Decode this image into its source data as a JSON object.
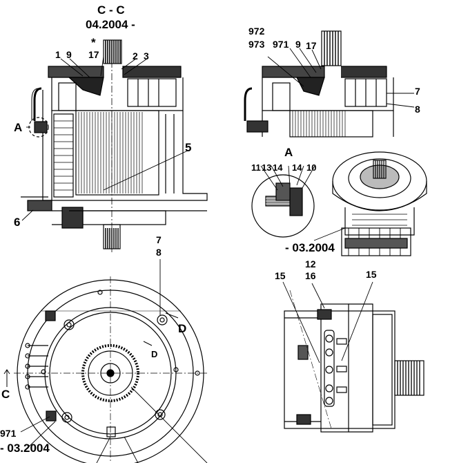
{
  "section": {
    "title": "C - C",
    "date": "04.2004 -"
  },
  "view_top_left": {
    "star": "*",
    "label_1": "1",
    "label_9": "9",
    "label_17": "17",
    "label_2": "2",
    "label_3": "3",
    "label_A": "A",
    "label_5": "5",
    "label_6": "6"
  },
  "view_top_right": {
    "label_972": "972",
    "label_973": "973",
    "label_971": "971",
    "label_9": "9",
    "label_17": "17",
    "label_7": "7",
    "label_8": "8"
  },
  "detail_A": {
    "title": "A",
    "label_11": "11",
    "label_13": "13",
    "label_14a": "14",
    "label_14b": "14",
    "label_10": "10",
    "date": "- 03.2004"
  },
  "view_bottom_left": {
    "label_7": "7",
    "label_8": "8",
    "label_D1": "D",
    "label_D2": "D",
    "label_C": "C",
    "label_971": "971",
    "date": "- 03.2004"
  },
  "view_bottom_right": {
    "label_12": "12",
    "label_16": "16",
    "label_15a": "15",
    "label_15b": "15"
  }
}
